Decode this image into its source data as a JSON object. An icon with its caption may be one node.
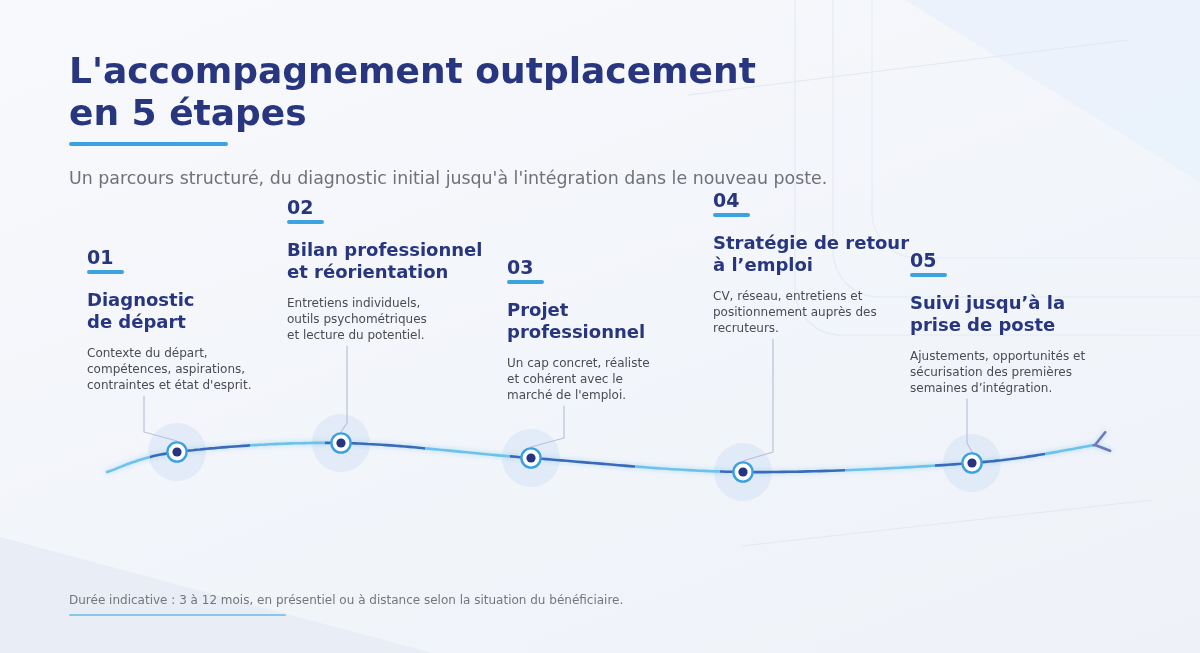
{
  "diagram": {
    "title": "L'accompagnement outplacement en 5 étapes",
    "nodes": [
      {
        "text": [
          "01",
          "Diagnostic de départ",
          "Contexte du départ, compétences, aspirations, contraintes et état d'esprit."
        ]
      },
      {
        "text": [
          "02",
          "Bilan professionnel et réorientation",
          "Entretiens individuels, outils psychométriques et lecture du potentiel."
        ]
      },
      {
        "text": [
          "03",
          "Projet professionnel",
          "Un cap concret, réaliste et cohérent avec le marché de l'emploi."
        ]
      },
      {
        "text": [
          "04",
          "Stratégie de retour à l’emploi",
          "CV, réseau, entretiens et positionnement auprès des recruteurs."
        ]
      },
      {
        "text": [
          "05",
          "Suivi jusqu’à la prise de poste",
          "Ajustements, opportunités et sécurisation des premières semaines d’intégration."
        ]
      },
      {
        "text": [],
        "shape": "circle"
      },
      {
        "text": [],
        "shape": "circle"
      },
      {
        "text": [],
        "shape": "circle"
      },
      {
        "text": [],
        "shape": "circle"
      },
      {
        "text": [],
        "shape": "circle"
      }
    ],
    "edges": [
      {
        "from": null,
        "to": 5,
        "arrow": "none"
      },
      {
        "from": 5,
        "to": 6,
        "arrow": "none"
      },
      {
        "from": 6,
        "to": 7,
        "arrow": "none"
      },
      {
        "from": 7,
        "to": 8,
        "arrow": "none"
      },
      {
        "from": 8,
        "to": 9,
        "arrow": "none"
      },
      {
        "from": 9,
        "to": null,
        "arrow": "other"
      },
      {
        "from": 0,
        "to": 5,
        "arrow": "none",
        "color": "#b9c1dd"
      },
      {
        "from": 1,
        "to": 6,
        "arrow": "none",
        "color": "#b9c1dd"
      },
      {
        "from": 2,
        "to": 7,
        "arrow": "none",
        "color": "#b9c1dd"
      },
      {
        "from": 3,
        "to": 8,
        "arrow": "none",
        "color": "#b9c1dd"
      },
      {
        "from": 4,
        "to": 9,
        "arrow": "none",
        "color": "#b9c1dd"
      }
    ],
    "labels": [
      "Un parcours structuré, du diagnostic initial jusqu'à l'intégration dans le nouveau poste.",
      "Durée indicative : 3 à 12 mois, en présentiel ou à distance selon la situation du bénéficiaire."
    ]
  }
}
